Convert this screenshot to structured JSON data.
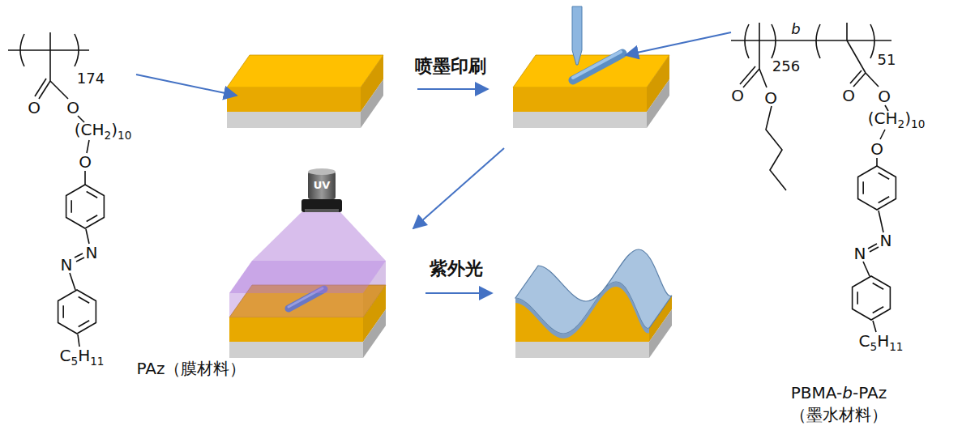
{
  "diagram": {
    "labels": [
      "174",
      "O",
      "O",
      "(CH2)10",
      "O",
      "N",
      "N",
      "C5H11",
      "PAz（膜材料）",
      "喷墨印刷",
      "UV",
      "紫外光",
      "b",
      "256",
      "51",
      "O",
      "O",
      "O",
      "O",
      "(CH2)10",
      "O",
      "N",
      "N",
      "C5H11",
      "PBMA-b-PAz",
      "（墨水材料）"
    ]
  }
}
